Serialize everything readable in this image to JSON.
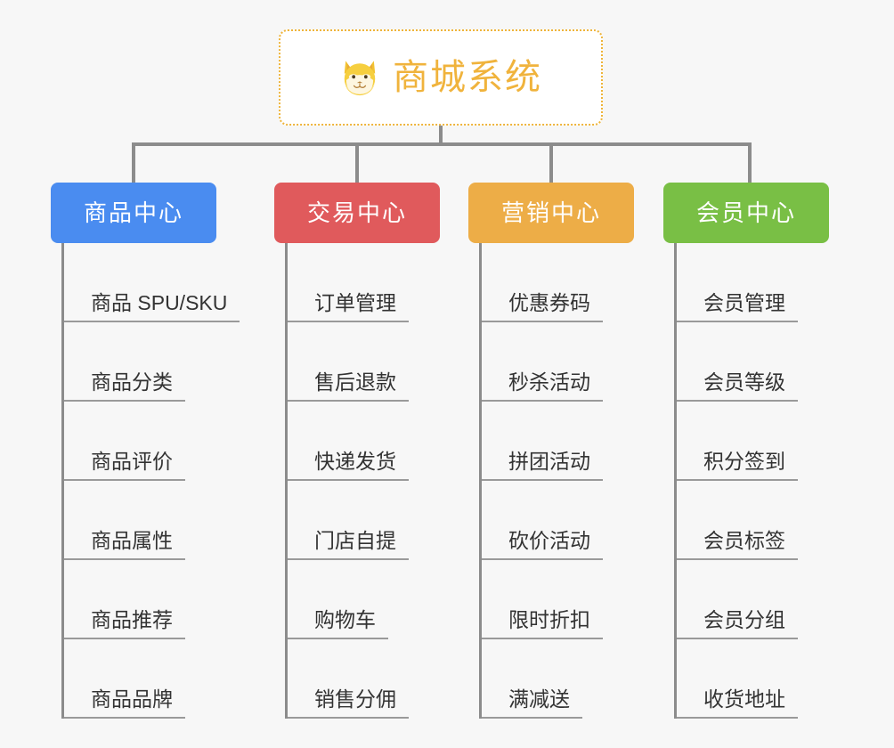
{
  "diagram": {
    "background_color": "#f7f7f7",
    "connector_color": "#8c8c8c",
    "root": {
      "title": "商城系统",
      "icon": "shiba-dog-icon",
      "text_color": "#f0b33c",
      "border_color": "#eeb43a",
      "background_color": "#ffffff"
    },
    "columns": [
      {
        "id": "product-center",
        "title": "商品中心",
        "color": "#4a8cf0",
        "items": [
          "商品 SPU/SKU",
          "商品分类",
          "商品评价",
          "商品属性",
          "商品推荐",
          "商品品牌"
        ]
      },
      {
        "id": "trade-center",
        "title": "交易中心",
        "color": "#e05a5c",
        "items": [
          "订单管理",
          "售后退款",
          "快递发货",
          "门店自提",
          "购物车",
          "销售分佣"
        ]
      },
      {
        "id": "marketing-center",
        "title": "营销中心",
        "color": "#edad47",
        "items": [
          "优惠券码",
          "秒杀活动",
          "拼团活动",
          "砍价活动",
          "限时折扣",
          "满减送"
        ]
      },
      {
        "id": "member-center",
        "title": "会员中心",
        "color": "#79bf45",
        "items": [
          "会员管理",
          "会员等级",
          "积分签到",
          "会员标签",
          "会员分组",
          "收货地址"
        ]
      }
    ]
  }
}
